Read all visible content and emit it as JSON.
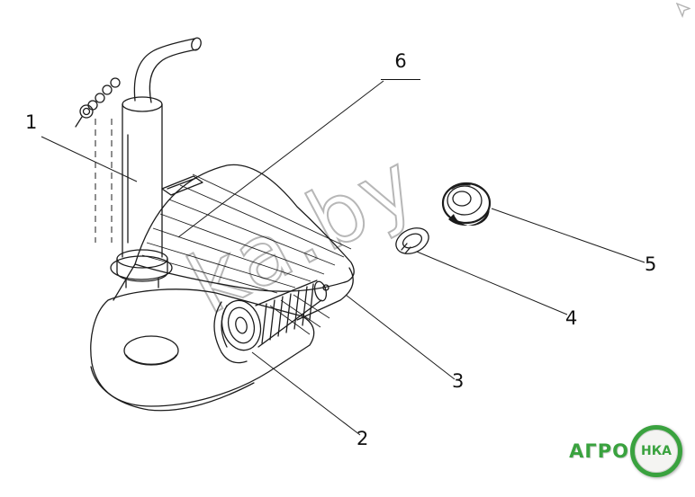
{
  "diagram": {
    "callouts": [
      {
        "label": "1"
      },
      {
        "label": "2"
      },
      {
        "label": "3"
      },
      {
        "label": "4"
      },
      {
        "label": "5"
      },
      {
        "label": "6"
      }
    ],
    "watermark": {
      "text": "ka.by",
      "color": "#b7b7b7"
    },
    "logo": {
      "prefix": "АГРО",
      "circle_text": "НКА",
      "color": "#3aa23f"
    },
    "colors": {
      "line": "#1c1c1c",
      "background": "#ffffff"
    }
  }
}
